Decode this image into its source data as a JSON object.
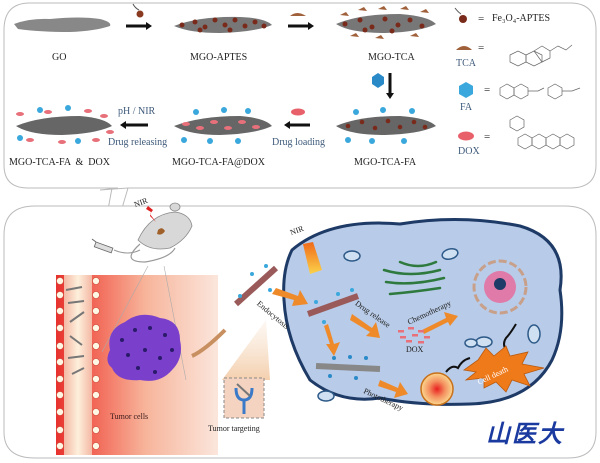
{
  "synthesis": {
    "steps": [
      {
        "id": "go",
        "label": "GO"
      },
      {
        "id": "mgo-aptes",
        "label": "MGO-APTES"
      },
      {
        "id": "mgo-tca",
        "label": "MGO-TCA"
      },
      {
        "id": "mgo-tca-fa",
        "label": "MGO-TCA-FA"
      },
      {
        "id": "mgo-tca-fa-dox-loaded",
        "label": "MGO-TCA-FA@DOX"
      },
      {
        "id": "mgo-tca-fa-and-dox",
        "label": "MGO-TCA-FA  &  DOX"
      }
    ],
    "arrows": {
      "drug_loading": "Drug loading",
      "drug_releasing": "Drug releasing",
      "trigger": "pH / NIR"
    }
  },
  "legend": {
    "items": [
      {
        "symbol": "fe3o4-aptes",
        "name": "",
        "equals": "=",
        "formula": "Fe₃O₄-APTES"
      },
      {
        "symbol": "tca",
        "name": "TCA",
        "equals": "="
      },
      {
        "symbol": "fa",
        "name": "FA",
        "equals": "="
      },
      {
        "symbol": "dox",
        "name": "DOX",
        "equals": "="
      }
    ]
  },
  "mechanism": {
    "mouse_nir": "NIR",
    "cell_nir": "NIR",
    "tumor_cells": "Tumor cells",
    "tumor_targeting": "Tumor targeting",
    "endocytosis": "Endocytosis",
    "drug_release": "Drug release",
    "chemotherapy": "Chemotherapy",
    "dox": "DOX",
    "phototherapy": "Phototherapy",
    "cell_death": "Cell death"
  },
  "watermark": "山医大",
  "colors": {
    "cell_fill": "#b8cbe8",
    "cell_border": "#1e3a66",
    "arrow_orange": "#ef8a2a",
    "golgi_green": "#2e7a3e",
    "dox_pink": "#e8707a",
    "fa_blue": "#3aa8dc",
    "tumor_purple": "#7a3ec8",
    "vessel_red": "#e83a3a",
    "watermark_blue": "#1a3aa0",
    "panel_border": "#b8b8b8"
  }
}
